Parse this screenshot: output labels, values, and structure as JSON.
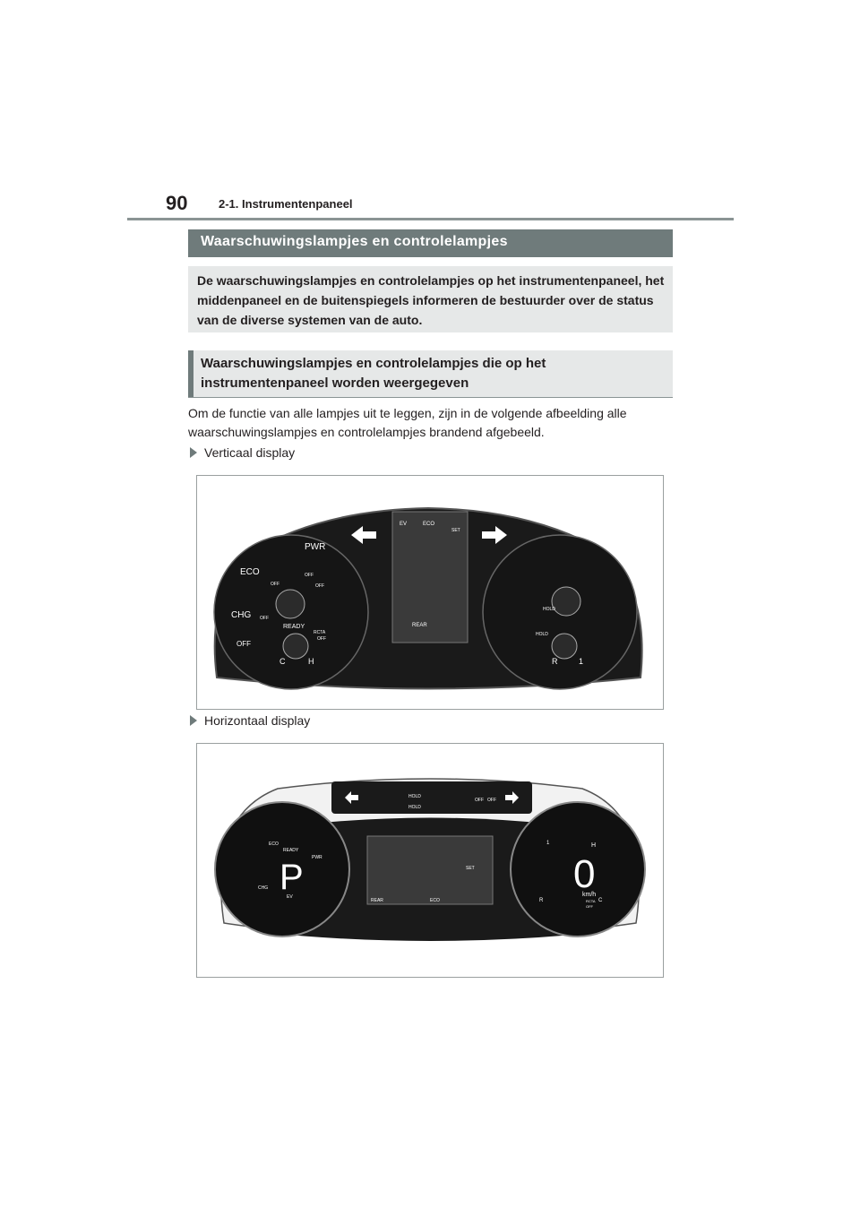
{
  "header": {
    "page_number": "90",
    "section": "2-1. Instrumentenpaneel"
  },
  "title": "Waarschuwingslampjes en controlelampjes",
  "intro": "De waarschuwingslampjes en controlelampjes op het instrumentenpaneel, het middenpaneel en de buitenspiegels informeren de bestuurder over de status van de diverse systemen van de auto.",
  "subheading": "Waarschuwingslampjes en controlelampjes die op het instrumentenpaneel worden weergegeven",
  "body": "Om de functie van alle lampjes uit te leggen, zijn in de volgende afbeelding alle waarschuwingslampjes en controlelampjes brandend afgebeeld.",
  "bullets": [
    "Verticaal display",
    "Horizontaal display"
  ],
  "vertical_display": {
    "left_gauge": {
      "labels": [
        "PWR",
        "ECO",
        "CHG",
        "OFF"
      ],
      "ready": "READY",
      "temp_c": "C",
      "temp_h": "H",
      "tags": {
        "off1": "OFF",
        "off2": "OFF",
        "off3": "OFF",
        "rcta": "RCTA",
        "rcta_off": "OFF",
        "p_off": "OFF"
      }
    },
    "center": {
      "ev": "EV",
      "eco": "ECO",
      "set": "SET",
      "rear": "REAR"
    },
    "right_gauge": {
      "hold1": "HOLD",
      "hold2": "HOLD",
      "fuel_r": "R",
      "fuel_1": "1"
    }
  },
  "horizontal_display": {
    "top_strip": {
      "hold1": "HOLD",
      "hold2": "HOLD",
      "off1": "OFF",
      "off2": "OFF"
    },
    "left_dial": {
      "eco": "ECO",
      "ready": "READY",
      "pwr": "PWR",
      "chg": "CHG",
      "gear": "P",
      "ev": "EV"
    },
    "center": {
      "set": "SET",
      "rear": "REAR",
      "eco": "ECO"
    },
    "right_dial": {
      "speed": "0",
      "unit": "km/h",
      "h": "H",
      "c": "C",
      "r": "R",
      "one": "1",
      "rcta": "RCTA",
      "off": "OFF"
    }
  },
  "colors": {
    "accent": "#6f7b7b",
    "panel": "#e6e8e8",
    "cluster": "#1a1a1a"
  }
}
